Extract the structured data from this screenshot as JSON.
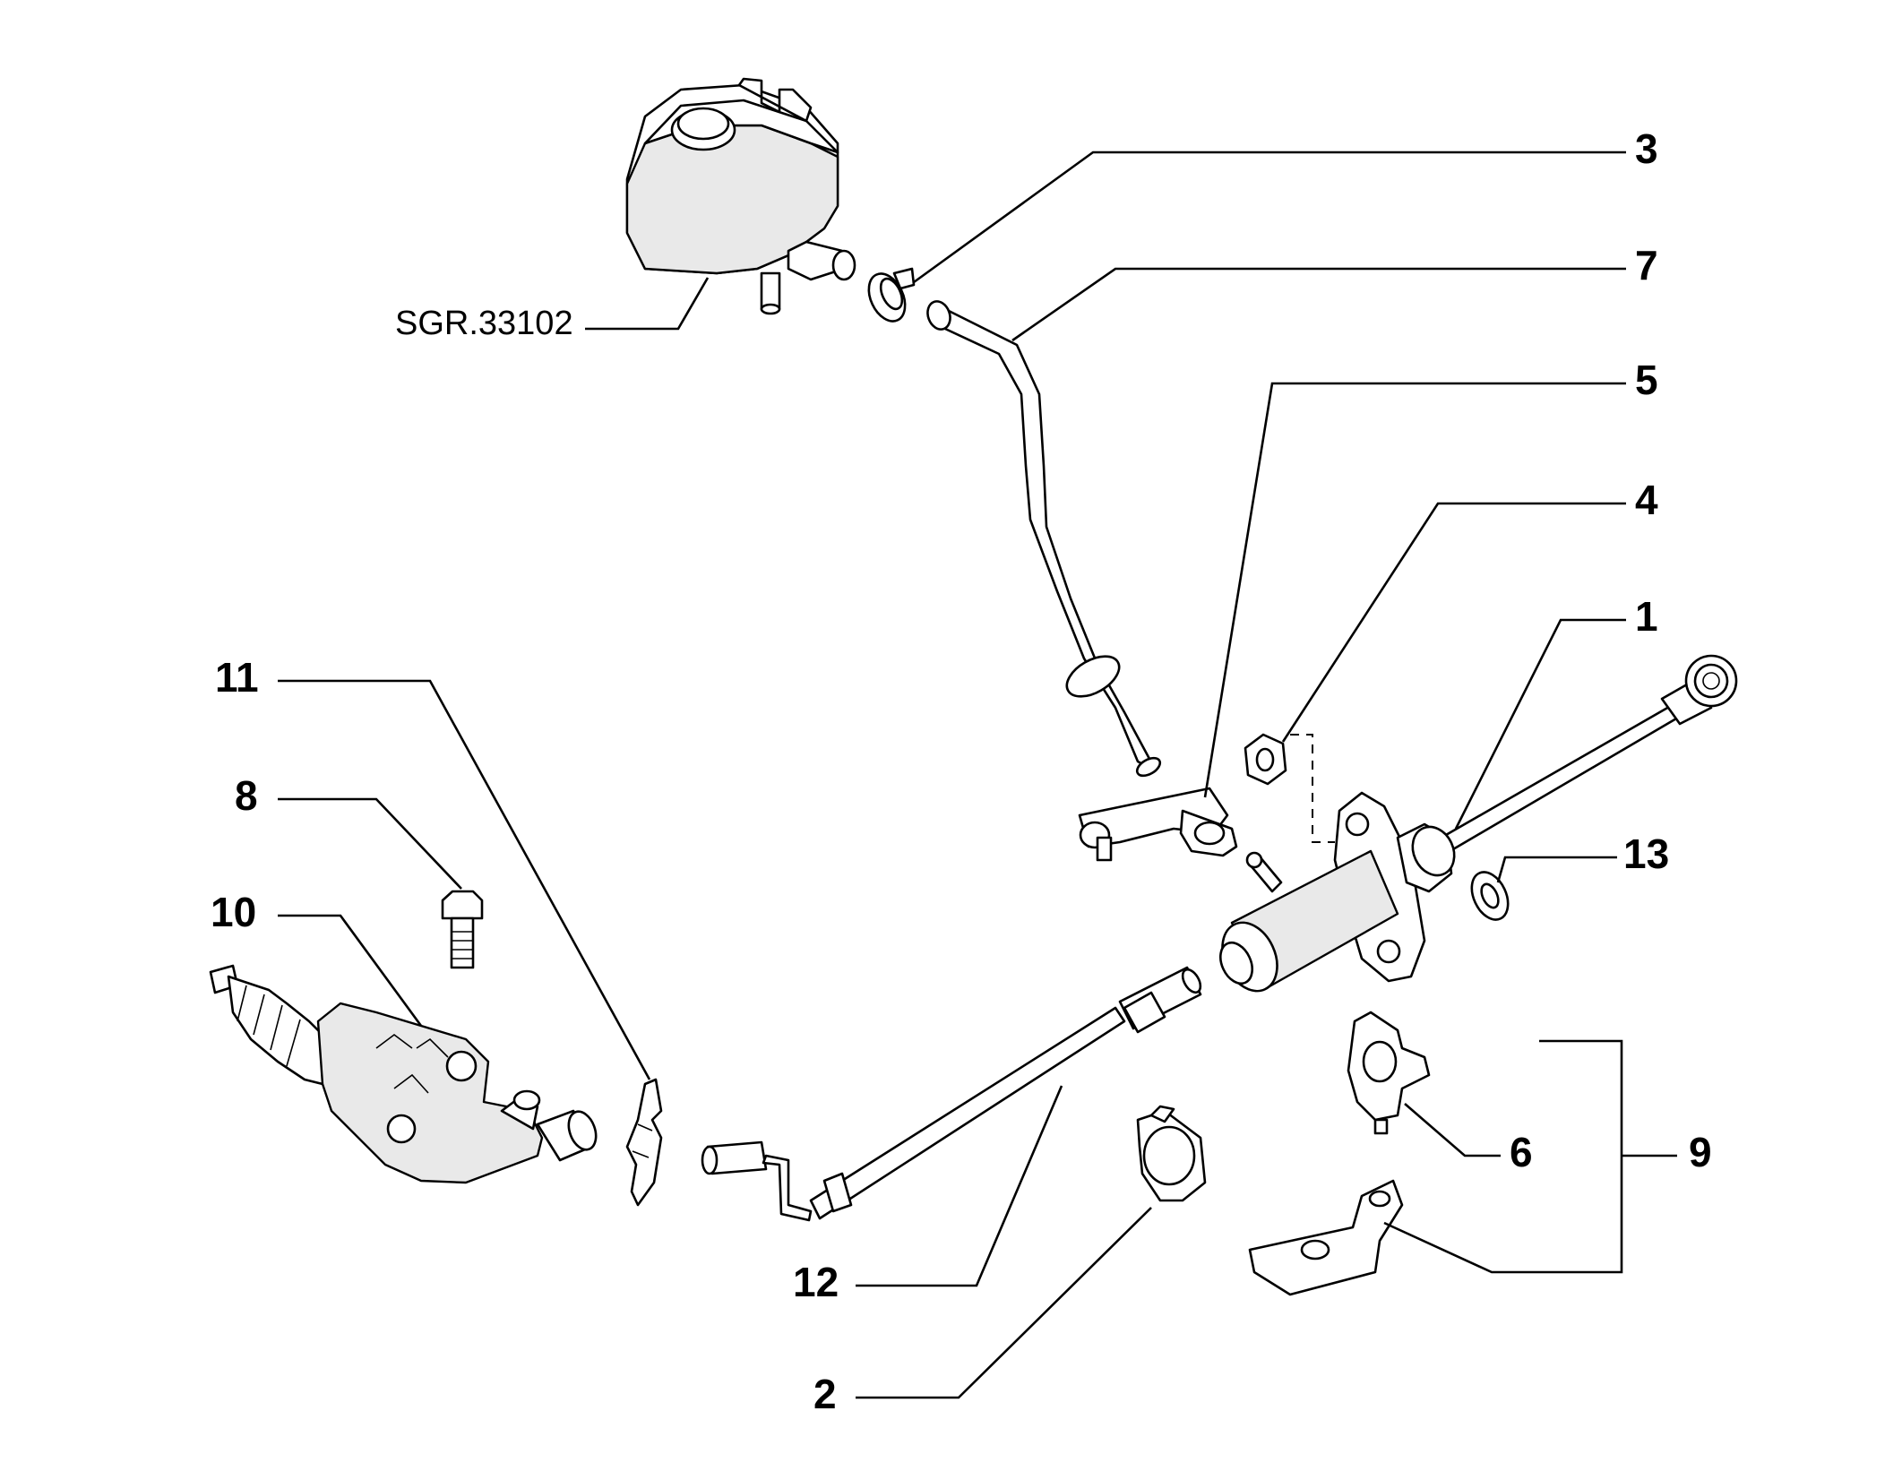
{
  "diagram": {
    "reference_code": "SGR.33102",
    "callouts": [
      {
        "id": "c1",
        "label": "1"
      },
      {
        "id": "c2",
        "label": "2"
      },
      {
        "id": "c3",
        "label": "3"
      },
      {
        "id": "c4",
        "label": "4"
      },
      {
        "id": "c5",
        "label": "5"
      },
      {
        "id": "c6",
        "label": "6"
      },
      {
        "id": "c7",
        "label": "7"
      },
      {
        "id": "c8",
        "label": "8"
      },
      {
        "id": "c9",
        "label": "9"
      },
      {
        "id": "c10",
        "label": "10"
      },
      {
        "id": "c11",
        "label": "11"
      },
      {
        "id": "c12",
        "label": "12"
      },
      {
        "id": "c13",
        "label": "13"
      }
    ]
  }
}
